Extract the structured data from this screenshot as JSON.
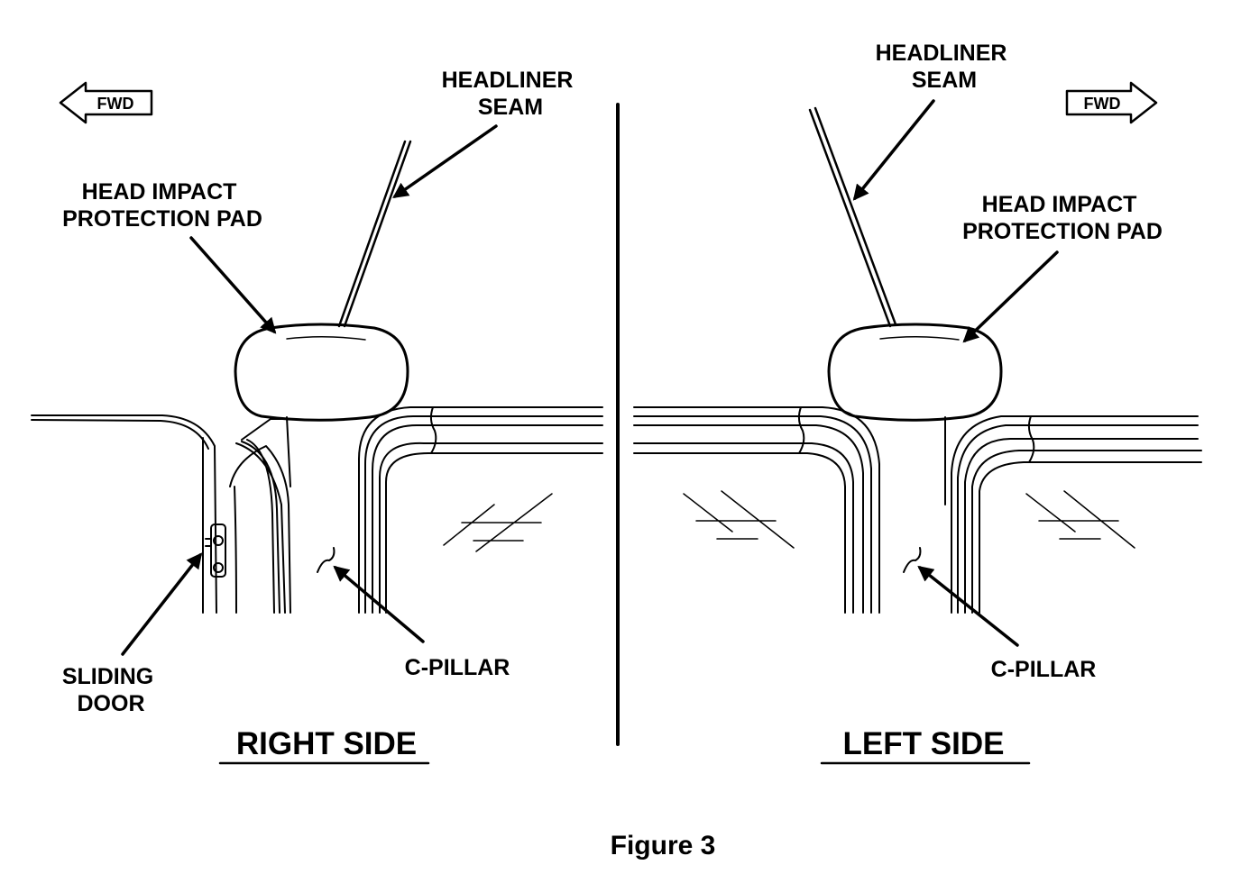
{
  "panels": {
    "right": {
      "side_title": "RIGHT SIDE",
      "fwd": "FWD",
      "headliner_seam": [
        "HEADLINER",
        "SEAM"
      ],
      "head_impact_pad": [
        "HEAD IMPACT",
        "PROTECTION PAD"
      ],
      "sliding_door": [
        "SLIDING",
        "DOOR"
      ],
      "c_pillar": "C-PILLAR"
    },
    "left": {
      "side_title": "LEFT SIDE",
      "fwd": "FWD",
      "headliner_seam": [
        "HEADLINER",
        "SEAM"
      ],
      "head_impact_pad": [
        "HEAD IMPACT",
        "PROTECTION PAD"
      ],
      "c_pillar": "C-PILLAR"
    }
  },
  "caption": "Figure 3",
  "colors": {
    "line": "#000000",
    "background": "#ffffff"
  }
}
